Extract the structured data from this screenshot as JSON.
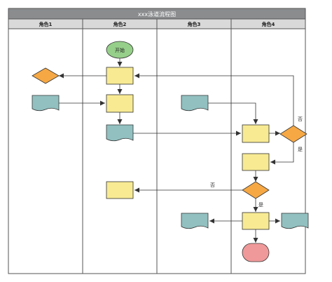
{
  "diagram": {
    "title": "xxx泳道流程图",
    "lanes": [
      "角色1",
      "角色2",
      "角色3",
      "角色4"
    ],
    "start_label": "开始",
    "edge_labels": {
      "no_right": "否",
      "yes_right": "是",
      "no_mid": "否",
      "yes_mid": "是"
    },
    "colors": {
      "title_bar": "#8a8c8e",
      "header_bar": "#d9d9d9",
      "process": "#f7ea93",
      "decision": "#f6a844",
      "document": "#92c0c0",
      "start": "#96cf8a",
      "end": "#f0999a"
    }
  }
}
